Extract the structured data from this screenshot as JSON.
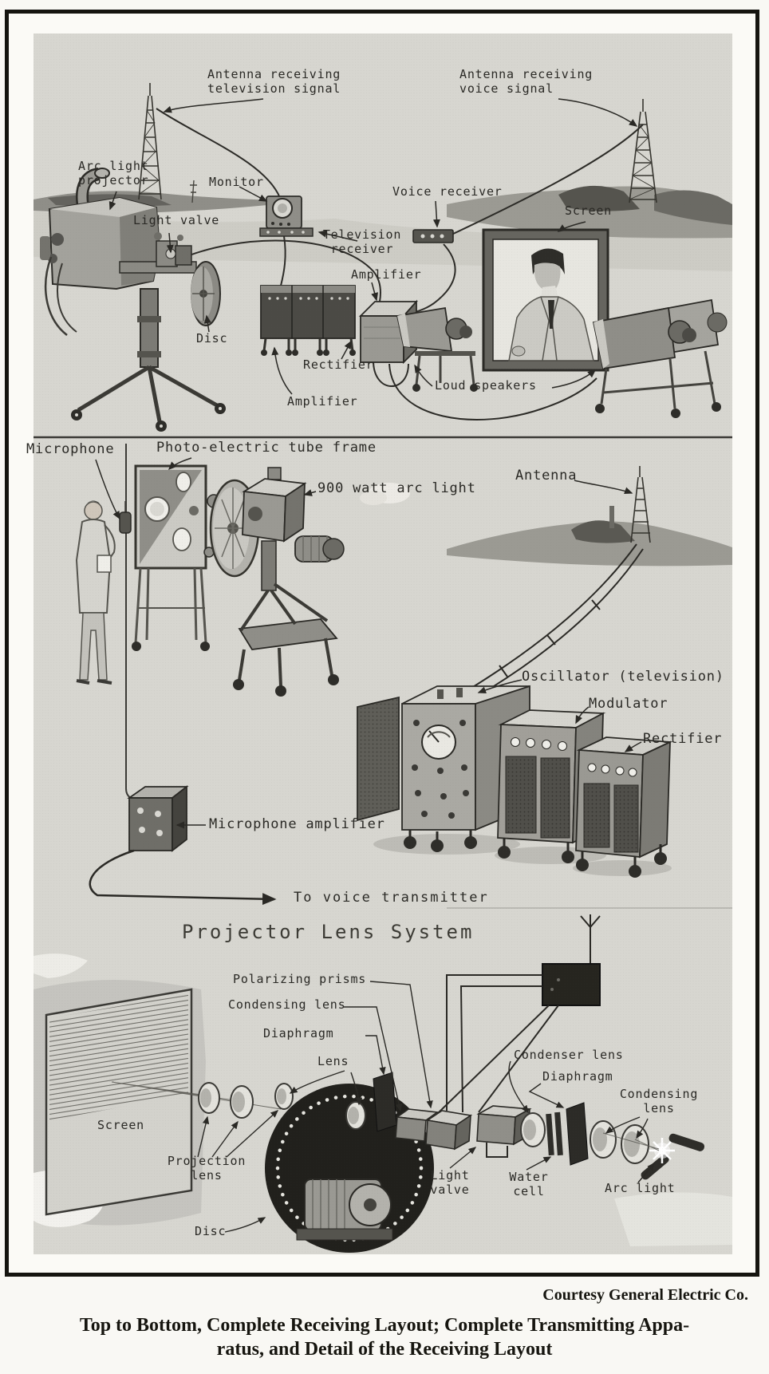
{
  "colors": {
    "paper": "#f9f8f4",
    "plate_background": "#d7d6d0",
    "ink": "#23221f"
  },
  "panel_receiving": {
    "antenna_television": "Antenna receiving\ntelevision signal",
    "antenna_voice": "Antenna receiving\nvoice signal",
    "arc_light_projector": "Arc light\nprojector",
    "monitor": "Monitor",
    "light_valve": "Light valve",
    "television_receiver": "Television\nreceiver",
    "voice_receiver": "Voice receiver",
    "amplifier_top": "Amplifier",
    "screen": "Screen",
    "disc": "Disc",
    "rectifier": "Rectifier",
    "amplifier_bottom": "Amplifier",
    "loud_speakers": "Loud speakers"
  },
  "panel_transmitting": {
    "microphone": "Microphone",
    "photo_electric_tube_frame": "Photo-electric tube frame",
    "arc_light_900w": "900 watt arc light",
    "antenna": "Antenna",
    "oscillator": "Oscillator (television)",
    "modulator": "Modulator",
    "rectifier": "Rectifier",
    "microphone_amplifier": "Microphone amplifier",
    "to_voice_transmitter": "To voice transmitter"
  },
  "panel_lens_detail": {
    "title": "Projector Lens System",
    "polarizing_prisms": "Polarizing prisms",
    "condensing_lens_left": "Condensing lens",
    "diaphragm_left": "Diaphragm",
    "lens": "Lens",
    "condenser_lens": "Condenser lens",
    "diaphragm_right": "Diaphragm",
    "condensing_lens_right": "Condensing\nlens",
    "screen": "Screen",
    "projection_lens": "Projection\nlens",
    "light_valve": "Light\nvalve",
    "water_cell": "Water\ncell",
    "arc_light": "Arc light",
    "disc": "Disc"
  },
  "caption": {
    "courtesy": "Courtesy General Electric Co.",
    "line1": "Top to Bottom, Complete Receiving Layout; Complete Transmitting Appa-",
    "line2": "ratus, and Detail of the Receiving Layout"
  }
}
